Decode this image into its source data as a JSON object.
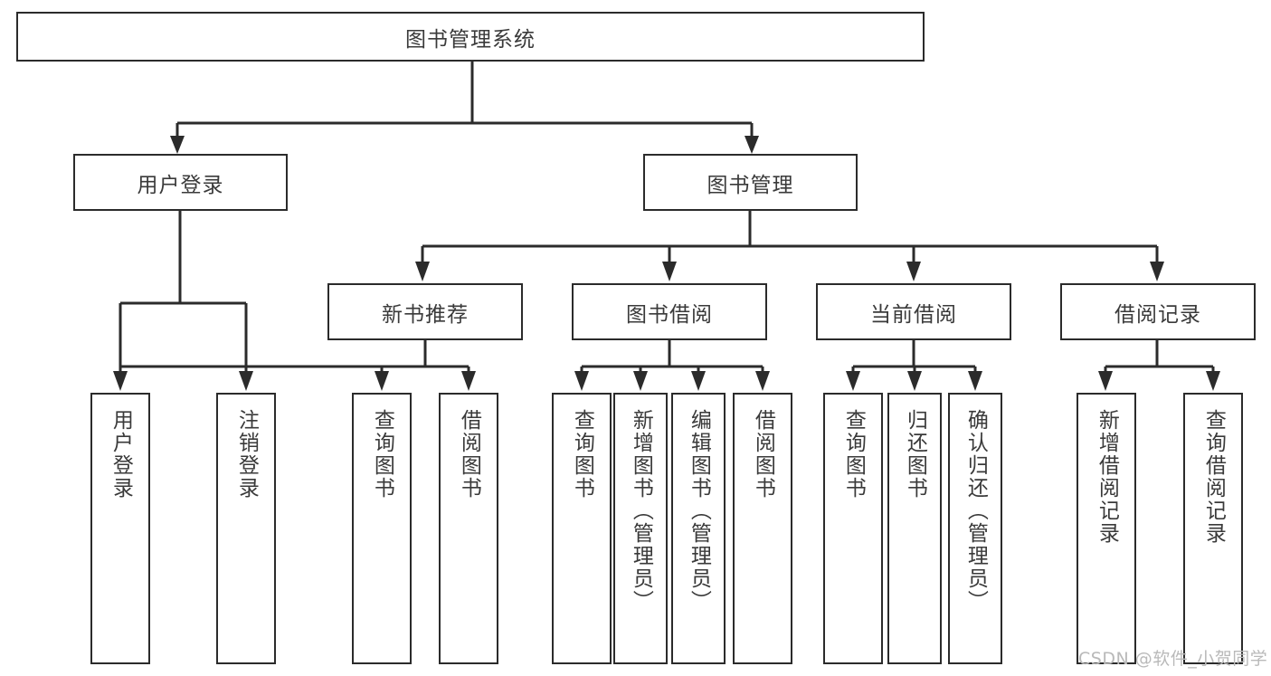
{
  "diagram": {
    "type": "tree-hierarchy",
    "title": "图书管理系统",
    "root": {
      "label": "图书管理系统"
    },
    "level2": [
      {
        "label": "用户登录"
      },
      {
        "label": "图书管理"
      }
    ],
    "level3": [
      {
        "label": "新书推荐"
      },
      {
        "label": "图书借阅"
      },
      {
        "label": "当前借阅"
      },
      {
        "label": "借阅记录"
      }
    ],
    "leaves": {
      "user_login": [
        {
          "label": "用户登录"
        },
        {
          "label": "注销登录"
        }
      ],
      "new_book_recommend": [
        {
          "label": "查询图书"
        },
        {
          "label": "借阅图书"
        }
      ],
      "book_borrow": [
        {
          "label": "查询图书"
        },
        {
          "label": "新增图书（管理员）"
        },
        {
          "label": "编辑图书（管理员）"
        },
        {
          "label": "借阅图书"
        }
      ],
      "current_borrow": [
        {
          "label": "查询图书"
        },
        {
          "label": "归还图书"
        },
        {
          "label": "确认归还（管理员）"
        }
      ],
      "borrow_record": [
        {
          "label": "新增借阅记录"
        },
        {
          "label": "查询借阅记录"
        }
      ]
    }
  },
  "watermark": {
    "text": "CSDN @软件_小贺同学"
  },
  "colors": {
    "border": "#2b2b2b",
    "background": "#ffffff",
    "text": "#3a3a3a",
    "watermark": "#b9b9b9"
  }
}
